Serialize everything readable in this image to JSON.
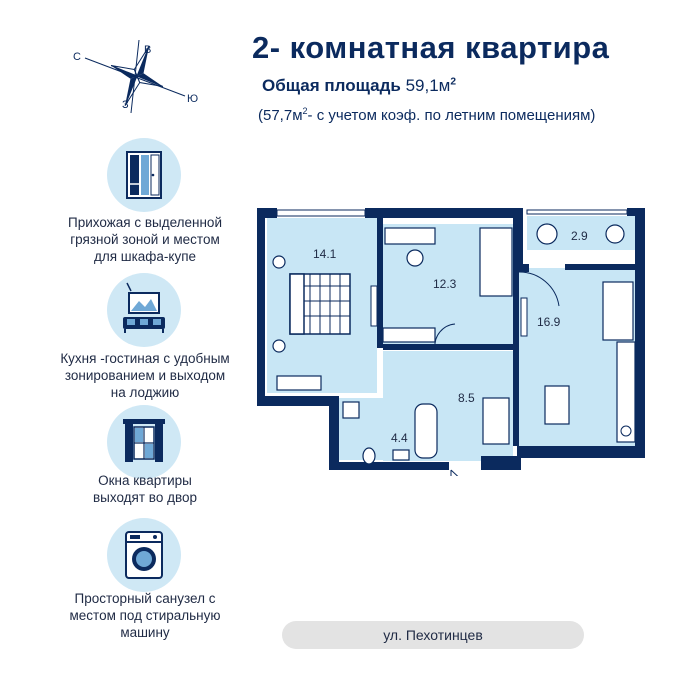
{
  "compass": {
    "north": "С",
    "east": "В",
    "south": "Ю",
    "west": "З"
  },
  "header": {
    "title": "2- комнатная  квартира",
    "area_label": "Общая площадь",
    "area_value": "59,1м",
    "area_unit_sup": "2",
    "note_pre": "(57,7м",
    "note_sup": "2",
    "note_post": "- с учетом коэф. по летним помещениям)"
  },
  "features": [
    {
      "icon": "hallway-icon",
      "text_lines": [
        "Прихожая с выделенной",
        "грязной зоной  и местом",
        "для шкафа-купе"
      ]
    },
    {
      "icon": "kitchen-living-icon",
      "text_lines": [
        "Кухня -гостиная с удобным",
        "зонированием и выходом",
        "на лоджию"
      ]
    },
    {
      "icon": "window-icon",
      "text_lines": [
        "Окна квартиры",
        "выходят во двор"
      ]
    },
    {
      "icon": "washing-machine-icon",
      "text_lines": [
        "Просторный санузел с",
        "местом под стиральную",
        "машину"
      ]
    }
  ],
  "rooms": {
    "bedroom": "14.1",
    "office": "12.3",
    "loggia": "2.9",
    "kitchen_living": "16.9",
    "hall": "8.5",
    "bathroom": "4.4"
  },
  "street": "ул. Пехотинцев",
  "colors": {
    "brand": "#0b2a5e",
    "room_fill": "#c8e6f5",
    "icon_bg": "#cfe8f5",
    "street_bg": "#e3e3e3"
  }
}
